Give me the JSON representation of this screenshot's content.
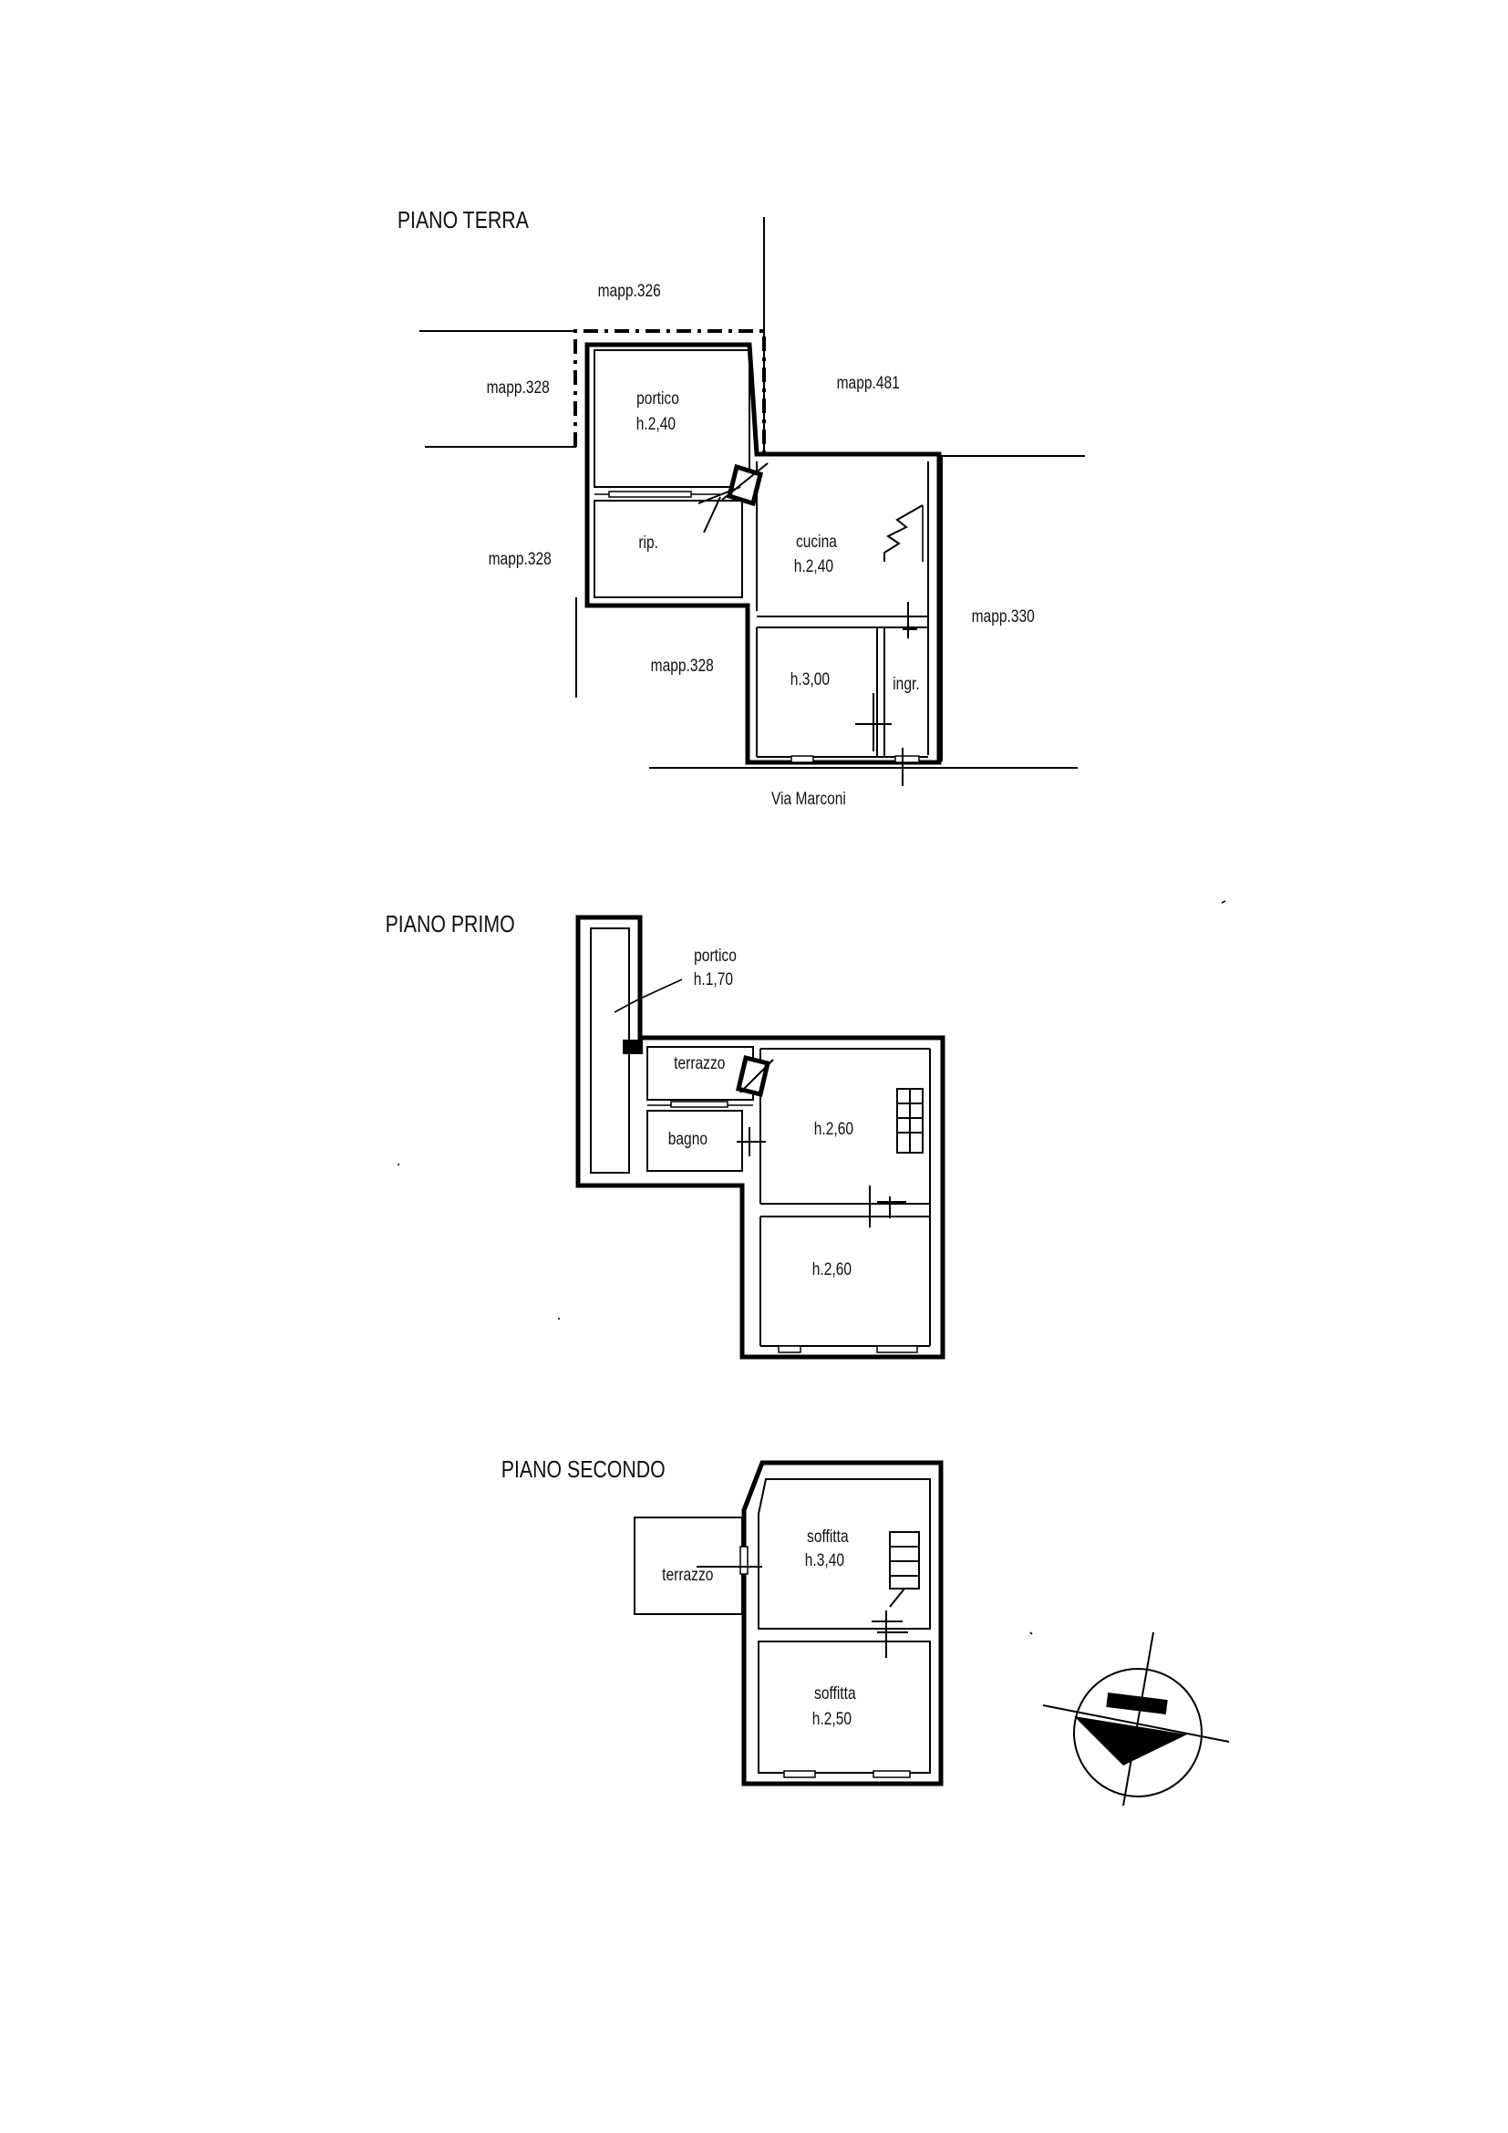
{
  "floors": {
    "ground": {
      "title": "PIANO TERRA",
      "labels": {
        "mapp_326": "mapp.326",
        "mapp_328_a": "mapp.328",
        "mapp_481": "mapp.481",
        "mapp_328_b": "mapp.328",
        "mapp_330": "mapp.330",
        "mapp_328_c": "mapp.328",
        "street": "Via Marconi"
      },
      "rooms": {
        "portico": {
          "name": "portico",
          "height": "h.2,40"
        },
        "ripostiglio": {
          "name": "rip."
        },
        "cucina": {
          "name": "cucina",
          "height": "h.2,40"
        },
        "front_room": {
          "height": "h.3,00"
        },
        "ingresso": {
          "name": "ingr."
        }
      }
    },
    "first": {
      "title": "PIANO PRIMO",
      "rooms": {
        "portico": {
          "name": "portico",
          "height": "h.1,70"
        },
        "terrazzo": {
          "name": "terrazzo"
        },
        "bagno": {
          "name": "bagno"
        },
        "room_back": {
          "height": "h.2,60"
        },
        "room_front": {
          "height": "h.2,60"
        }
      }
    },
    "second": {
      "title": "PIANO SECONDO",
      "rooms": {
        "terrazzo": {
          "name": "terrazzo"
        },
        "soffitta_back": {
          "name": "soffitta",
          "height": "h.3,40"
        },
        "soffitta_front": {
          "name": "soffitta",
          "height": "h.2,50"
        }
      }
    }
  },
  "north_arrow": {
    "icon": "north-arrow-icon"
  }
}
